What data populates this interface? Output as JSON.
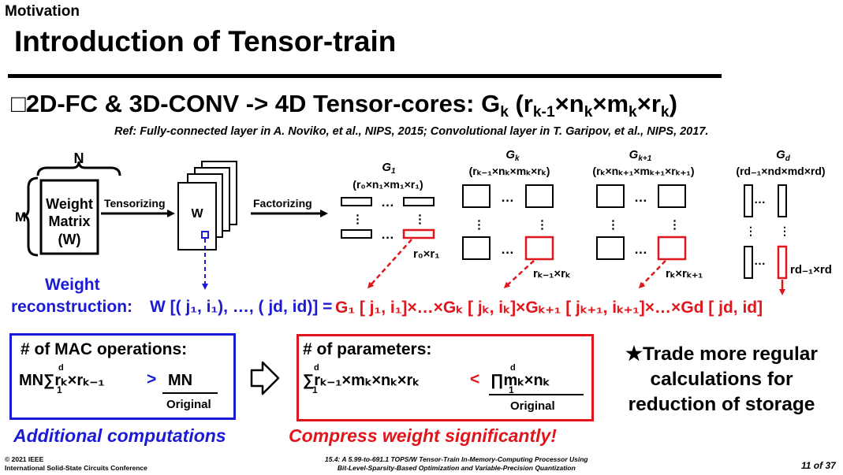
{
  "header": {
    "section": "Motivation",
    "title": "Introduction of Tensor-train"
  },
  "bullet": {
    "marker": "□",
    "main": "2D-FC & 3D-CONV -> 4D Tensor-cores: G",
    "sub_k": "k",
    "paren_open": " (r",
    "sub_km1": "k-1",
    "n": "×n",
    "m": "×m",
    "r": "×r",
    "paren_close": ")"
  },
  "ref": "Ref: Fully-connected layer in A. Noviko, et al., NIPS, 2015; Convolutional layer in T. Garipov, et al., NIPS, 2017.",
  "diagram": {
    "n_label": "N",
    "m_label": "M",
    "weight_matrix": [
      "Weight",
      "Matrix",
      "(W)"
    ],
    "tensorizing": "Tensorizing",
    "w_label": "W",
    "factorizing": "Factorizing",
    "dots": "…",
    "vdots": "⋮",
    "cores": {
      "g1": {
        "name": "G",
        "sub": "1",
        "dims": "(r₀×n₁×m₁×r₁)",
        "slice": "r₀×r₁"
      },
      "gk": {
        "name": "G",
        "sub": "k",
        "dims": "(rₖ₋₁×nₖ×mₖ×rₖ)",
        "slice": "rₖ₋₁×rₖ"
      },
      "gk1": {
        "name": "G",
        "sub": "k+1",
        "dims": "(rₖ×nₖ₊₁×mₖ₊₁×rₖ₊₁)",
        "slice": "rₖ×rₖ₊₁"
      },
      "gd": {
        "name": "G",
        "sub": "d",
        "dims": "(rd₋₁×nd×md×rd)",
        "slice": "rd₋₁×rd"
      }
    },
    "reconstruction_label": [
      "Weight",
      "reconstruction:"
    ],
    "reconstruction_lhs": "W [( j₁, i₁), …, ( jd, id)] =",
    "reconstruction_rhs": "G₁ [ j₁, i₁]×…×Gₖ [ jₖ, iₖ]×Gₖ₊₁ [ jₖ₊₁, iₖ₊₁]×…×Gd [ jd, id]"
  },
  "mac_box": {
    "title": "# of MAC operations:",
    "formula": "MN∑rₖ×rₖ₋₁",
    "sum_top": "d",
    "sum_bottom": "1",
    "gt": ">",
    "rhs": "MN",
    "rhs_label": "Original",
    "caption": "Additional computations"
  },
  "param_box": {
    "title": "# of parameters:",
    "formula": "∑rₖ₋₁×mₖ×nₖ×rₖ",
    "sum_top": "d",
    "sum_bottom": "1",
    "lt": "<",
    "rhs": "∏mₖ×nₖ",
    "rhs_label": "Original",
    "caption": "Compress weight significantly!"
  },
  "tradeoff": {
    "star": "★",
    "lines": [
      "Trade more regular",
      "calculations for",
      "reduction of storage"
    ]
  },
  "footer": {
    "left": [
      "© 2021 IEEE",
      "International Solid-State Circuits Conference"
    ],
    "center": [
      "15.4: A 5.99-to-691.1 TOPS/W Tensor-Train In-Memory-Computing Processor Using",
      "Bit-Level-Sparsity-Based Optimization and  Variable-Precision Quantization"
    ],
    "page": "11 of 37"
  },
  "colors": {
    "blue": "#1b1bd6",
    "red": "#e0161c",
    "black": "#000000"
  }
}
